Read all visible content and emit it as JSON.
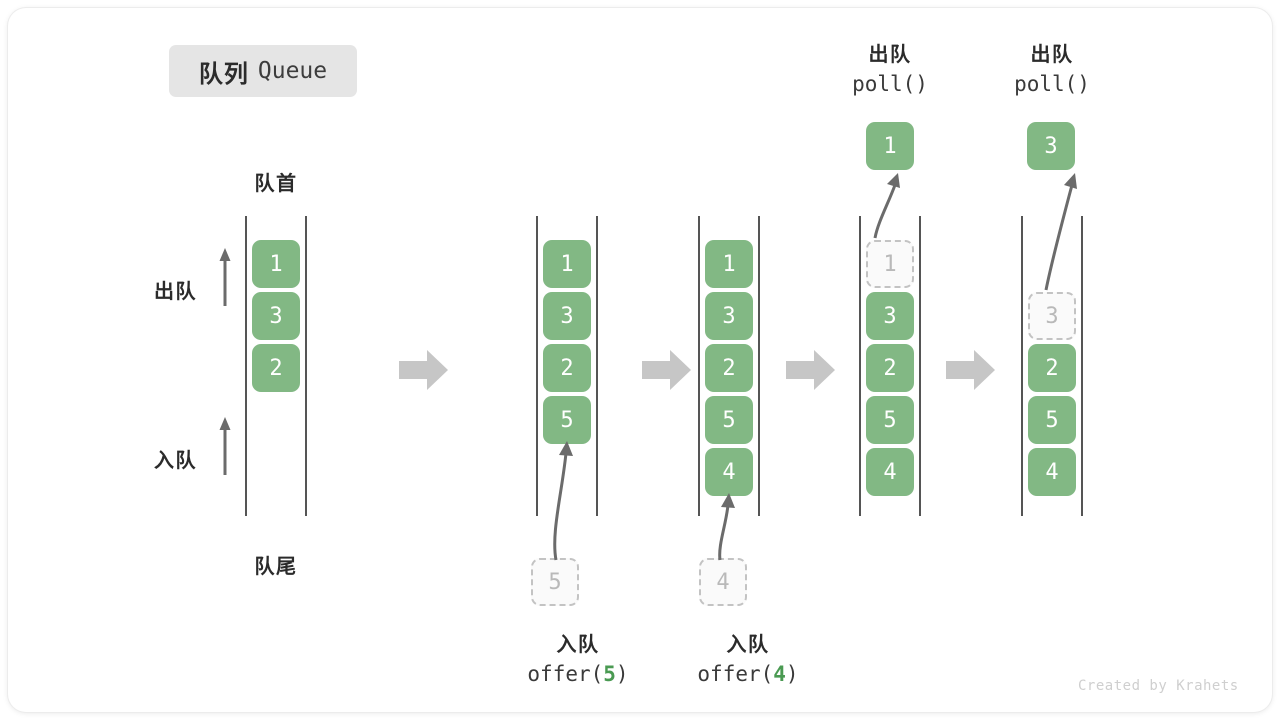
{
  "title": {
    "cn": "队列",
    "en": "Queue"
  },
  "labels": {
    "head": "队首",
    "tail": "队尾",
    "dequeue": "出队",
    "enqueue": "入队"
  },
  "operations": [
    {
      "cn": "出队",
      "code_prefix": "poll(",
      "code_arg": "",
      "code_suffix": ")"
    },
    {
      "cn": "出队",
      "code_prefix": "poll(",
      "code_arg": "",
      "code_suffix": ")"
    },
    {
      "cn": "入队",
      "code_prefix": "offer(",
      "code_arg": "5",
      "code_suffix": ")"
    },
    {
      "cn": "入队",
      "code_prefix": "offer(",
      "code_arg": "4",
      "code_suffix": ")"
    }
  ],
  "queues": [
    {
      "name": "queue-initial",
      "cells": [
        {
          "v": "1",
          "state": "filled"
        },
        {
          "v": "3",
          "state": "filled"
        },
        {
          "v": "2",
          "state": "filled"
        }
      ]
    },
    {
      "name": "queue-after-offer5",
      "cells": [
        {
          "v": "1",
          "state": "filled"
        },
        {
          "v": "3",
          "state": "filled"
        },
        {
          "v": "2",
          "state": "filled"
        },
        {
          "v": "5",
          "state": "filled"
        }
      ]
    },
    {
      "name": "queue-after-offer4",
      "cells": [
        {
          "v": "1",
          "state": "filled"
        },
        {
          "v": "3",
          "state": "filled"
        },
        {
          "v": "2",
          "state": "filled"
        },
        {
          "v": "5",
          "state": "filled"
        },
        {
          "v": "4",
          "state": "filled"
        }
      ]
    },
    {
      "name": "queue-after-poll1",
      "cells": [
        {
          "v": "1",
          "state": "ghost"
        },
        {
          "v": "3",
          "state": "filled"
        },
        {
          "v": "2",
          "state": "filled"
        },
        {
          "v": "5",
          "state": "filled"
        },
        {
          "v": "4",
          "state": "filled"
        }
      ]
    },
    {
      "name": "queue-after-poll3",
      "cells": [
        {
          "v": "",
          "state": "empty"
        },
        {
          "v": "3",
          "state": "ghost"
        },
        {
          "v": "2",
          "state": "filled"
        },
        {
          "v": "5",
          "state": "filled"
        },
        {
          "v": "4",
          "state": "filled"
        }
      ]
    }
  ],
  "incoming": [
    {
      "name": "incoming-5",
      "v": "5"
    },
    {
      "name": "incoming-4",
      "v": "4"
    }
  ],
  "outgoing": [
    {
      "name": "outgoing-1",
      "v": "1"
    },
    {
      "name": "outgoing-3",
      "v": "3"
    }
  ],
  "watermark": "Created by Krahets",
  "colors": {
    "green": "#82b884",
    "green_text": "#4a9a52",
    "ghost_border": "#c3c3c3",
    "rail": "#555555",
    "step_arrow": "#c6c6c6",
    "badge_bg": "#e5e5e5"
  }
}
